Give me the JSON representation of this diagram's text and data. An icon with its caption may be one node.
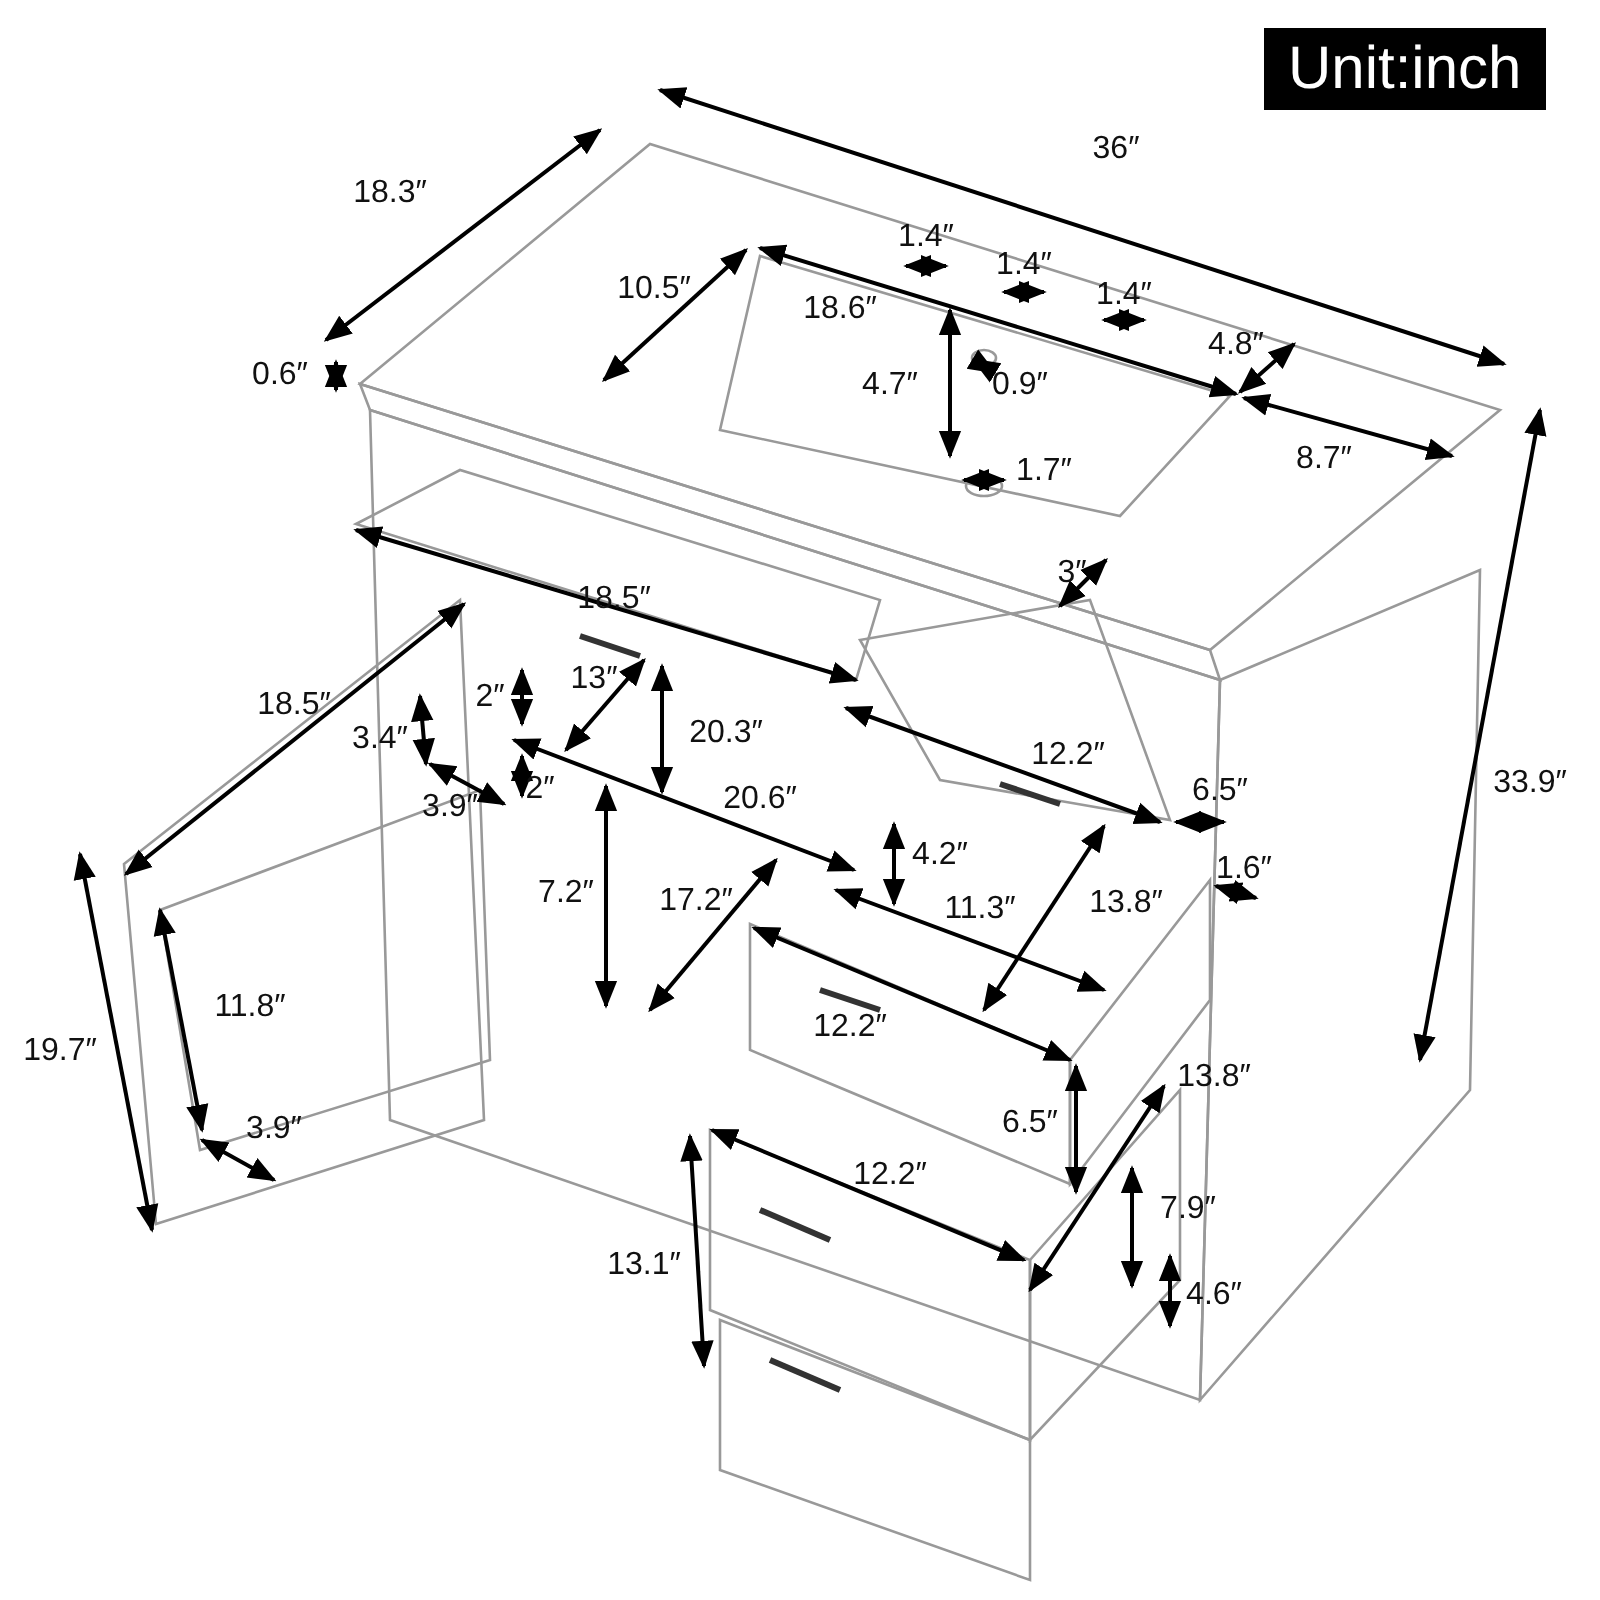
{
  "diagram": {
    "labels": [
      "Unit:inch",
      "18.3″",
      "36″",
      "1.4″",
      "1.4″",
      "10.5″",
      "1.4″",
      "18.6″",
      "4.8″",
      "0.6″",
      "4.7″",
      "0.9″",
      "8.7″",
      "1.7″",
      "3″",
      "18.5″",
      "33.9″",
      "18.5″",
      "2″",
      "13″",
      "20.3″",
      "12.2″",
      "3.4″",
      "3.9″",
      "2″",
      "20.6″",
      "6.5″",
      "4.2″",
      "1.6″",
      "7.2″",
      "17.2″",
      "11.3″",
      "13.8″",
      "11.8″",
      "12.2″",
      "19.7″",
      "6.5″",
      "13.8″",
      "3.9″",
      "12.2″",
      "7.9″",
      "13.1″",
      "4.6″"
    ]
  }
}
